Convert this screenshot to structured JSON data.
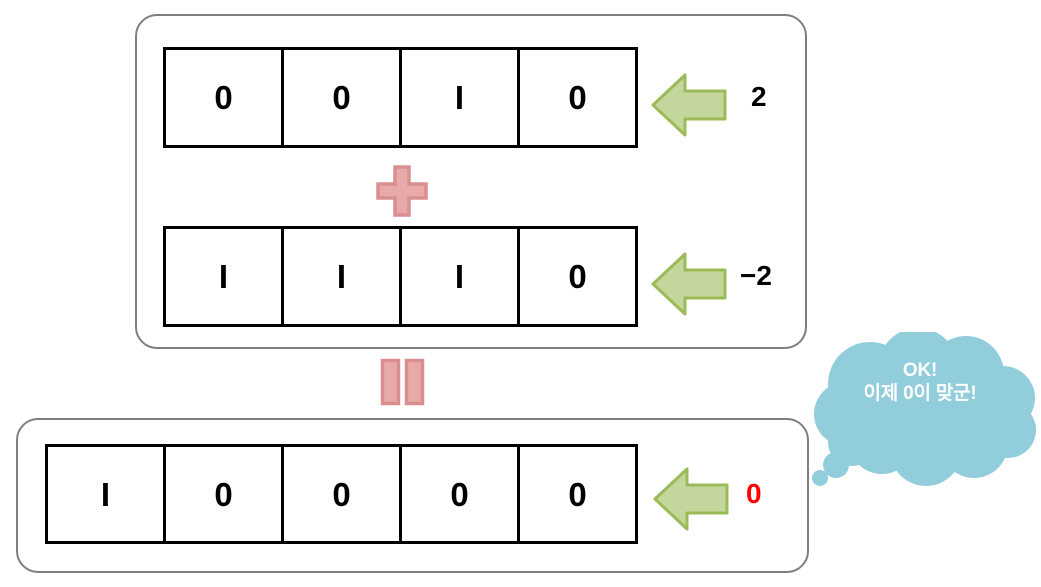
{
  "diagram": {
    "title": "Two's complement binary addition 2 + (-2) = 0",
    "colors": {
      "panel_border": "#7f7f7f",
      "cell_border": "#000000",
      "arrow_fill": "#c3d69b",
      "arrow_stroke": "#9bbb59",
      "operator_fill": "#e8a9a9",
      "operator_stroke": "#d98f8f",
      "cloud_fill": "#92cddc",
      "result_value": "#ff0000",
      "text": "#000000"
    }
  },
  "rows": [
    {
      "id": "row-a",
      "name": "operand-a",
      "bits": [
        "0",
        "0",
        "I",
        "0"
      ],
      "arrow_icon": "left-arrow-icon",
      "value_label": "2",
      "value_color": "#000000"
    },
    {
      "id": "row-b",
      "name": "operand-b",
      "bits": [
        "I",
        "I",
        "I",
        "0"
      ],
      "arrow_icon": "left-arrow-icon",
      "value_label": "−2",
      "value_color": "#000000"
    },
    {
      "id": "row-r",
      "name": "result",
      "bits": [
        "I",
        "0",
        "0",
        "0",
        "0"
      ],
      "arrow_icon": "left-arrow-icon",
      "value_label": "0",
      "value_color": "#ff0000"
    }
  ],
  "operators": {
    "plus": {
      "icon": "plus-icon",
      "symbol": "+"
    },
    "equals": {
      "icon": "equals-icon",
      "symbol": "="
    }
  },
  "thought_bubble": {
    "icon": "thought-cloud-icon",
    "text": "OK!\n이제 0이 맞군!"
  }
}
